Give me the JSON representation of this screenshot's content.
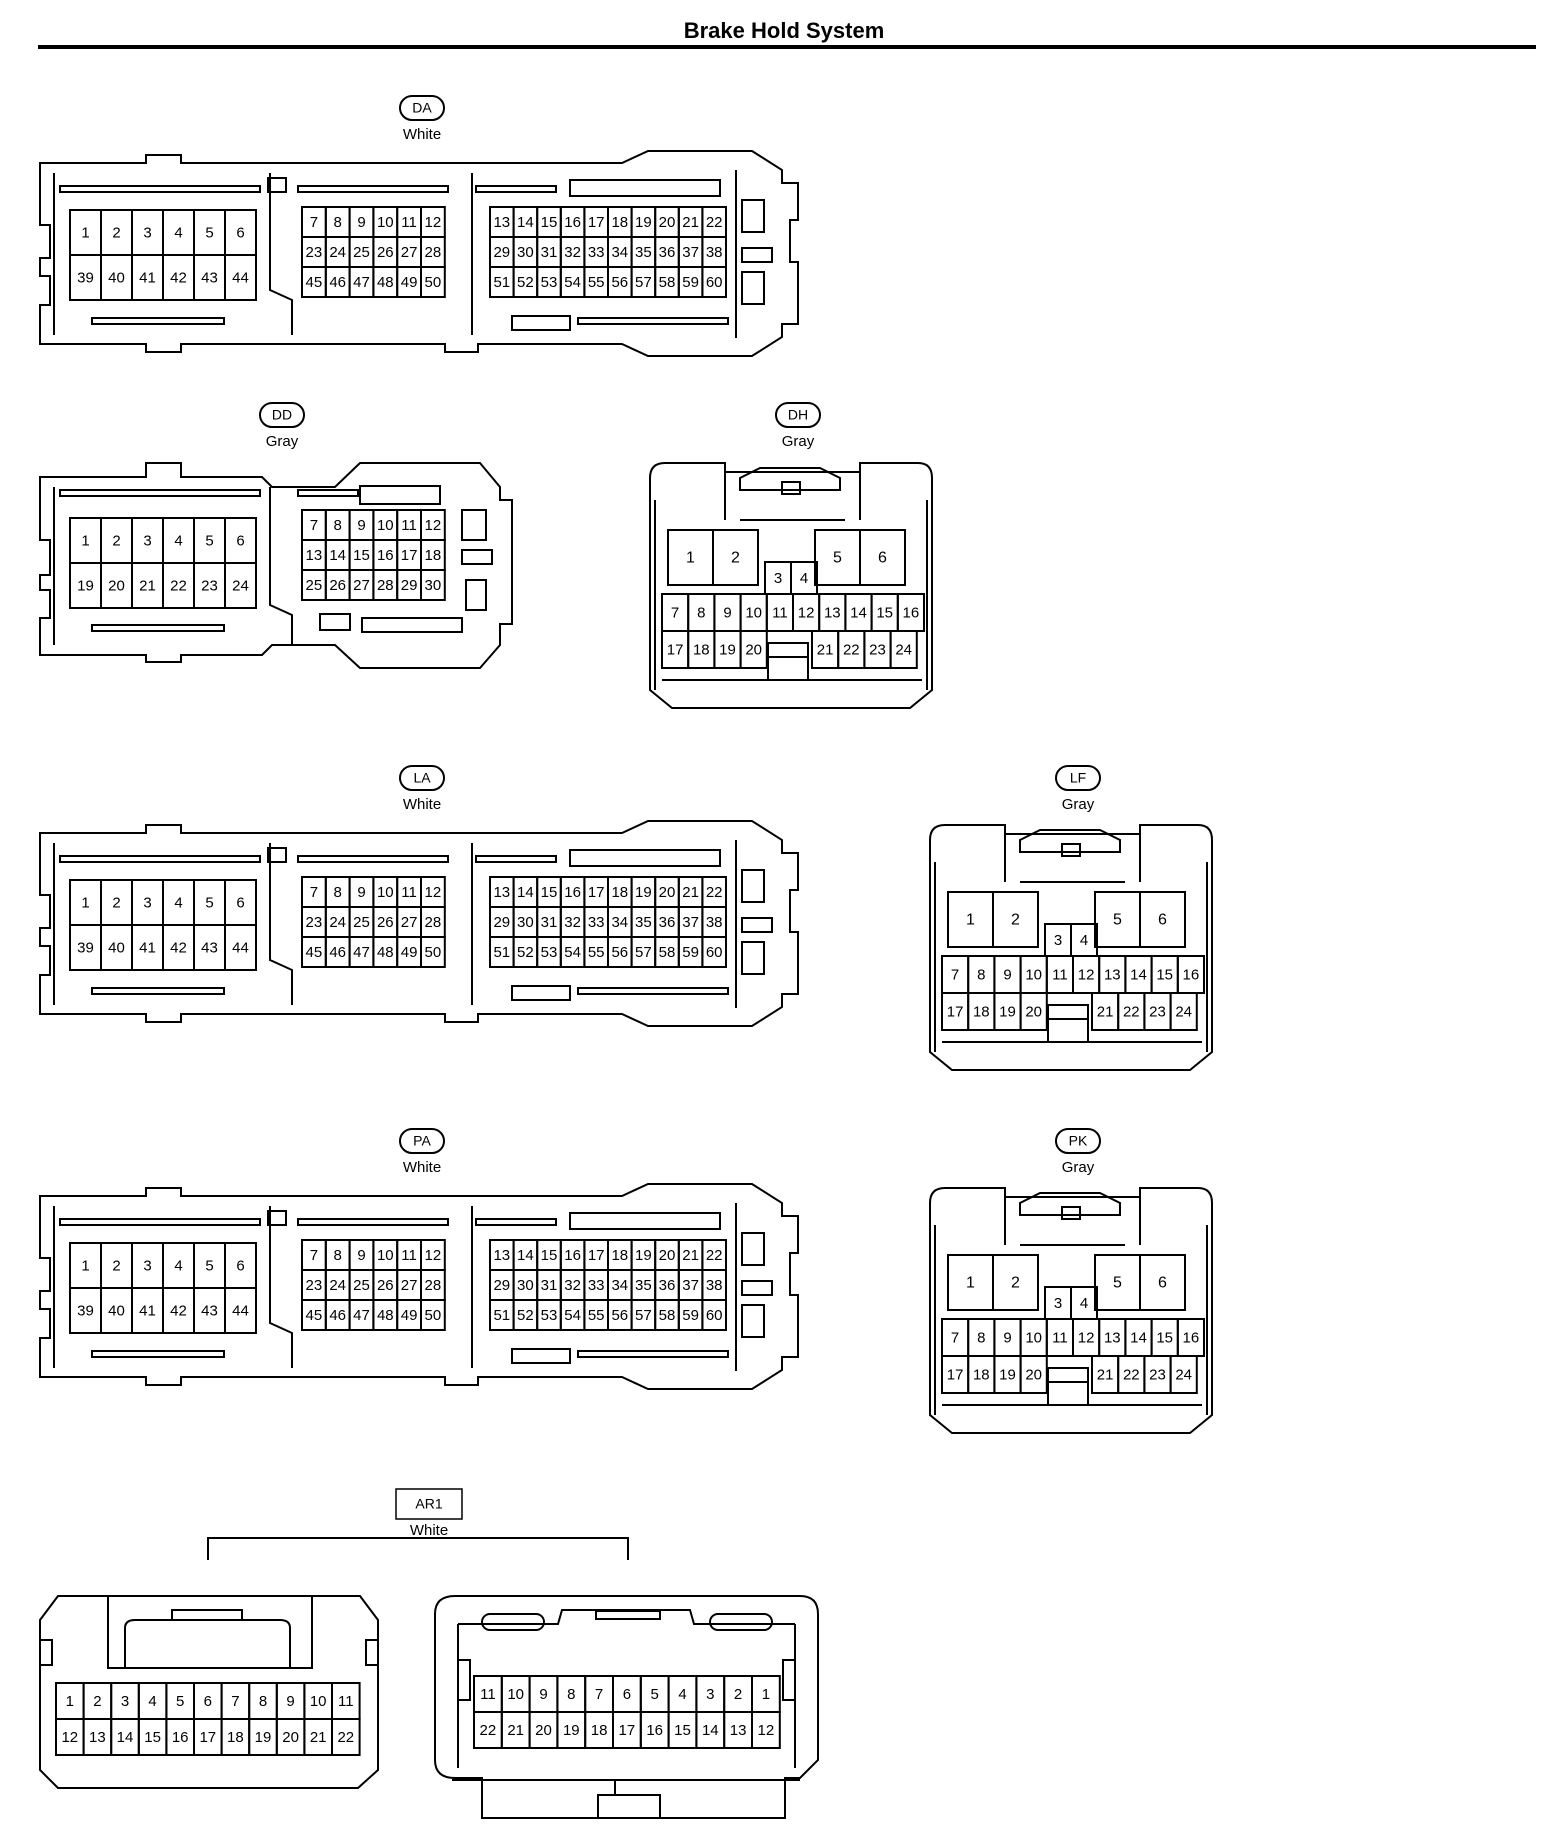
{
  "title": "Brake Hold System",
  "connectors": {
    "DA": {
      "code": "DA",
      "color": "White"
    },
    "DD": {
      "code": "DD",
      "color": "Gray"
    },
    "DH": {
      "code": "DH",
      "color": "Gray"
    },
    "LA": {
      "code": "LA",
      "color": "White"
    },
    "LF": {
      "code": "LF",
      "color": "Gray"
    },
    "PA": {
      "code": "PA",
      "color": "White"
    },
    "PK": {
      "code": "PK",
      "color": "Gray"
    },
    "AR1": {
      "code": "AR1",
      "color": "White"
    }
  },
  "pin_layouts": {
    "big60": {
      "left_rows": [
        [
          "1",
          "2",
          "3",
          "4",
          "5",
          "6"
        ],
        [
          "39",
          "40",
          "41",
          "42",
          "43",
          "44"
        ]
      ],
      "mid_rows": [
        [
          "7",
          "8",
          "9",
          "10",
          "11",
          "12"
        ],
        [
          "23",
          "24",
          "25",
          "26",
          "27",
          "28"
        ],
        [
          "45",
          "46",
          "47",
          "48",
          "49",
          "50"
        ]
      ],
      "right_rows": [
        [
          "13",
          "14",
          "15",
          "16",
          "17",
          "18",
          "19",
          "20",
          "21",
          "22"
        ],
        [
          "29",
          "30",
          "31",
          "32",
          "33",
          "34",
          "35",
          "36",
          "37",
          "38"
        ],
        [
          "51",
          "52",
          "53",
          "54",
          "55",
          "56",
          "57",
          "58",
          "59",
          "60"
        ]
      ]
    },
    "dd30": {
      "left_rows": [
        [
          "1",
          "2",
          "3",
          "4",
          "5",
          "6"
        ],
        [
          "19",
          "20",
          "21",
          "22",
          "23",
          "24"
        ]
      ],
      "mid_rows": [
        [
          "7",
          "8",
          "9",
          "10",
          "11",
          "12"
        ],
        [
          "13",
          "14",
          "15",
          "16",
          "17",
          "18"
        ],
        [
          "25",
          "26",
          "27",
          "28",
          "29",
          "30"
        ]
      ]
    },
    "g24": {
      "top_left": [
        "1",
        "2"
      ],
      "top_mid": [
        "3",
        "4"
      ],
      "top_right": [
        "5",
        "6"
      ],
      "row_mid": [
        "7",
        "8",
        "9",
        "10",
        "11",
        "12",
        "13",
        "14",
        "15",
        "16"
      ],
      "row_bot_left": [
        "17",
        "18",
        "19",
        "20"
      ],
      "row_bot_right": [
        "21",
        "22",
        "23",
        "24"
      ]
    },
    "ar1_left": [
      [
        "1",
        "2",
        "3",
        "4",
        "5",
        "6",
        "7",
        "8",
        "9",
        "10",
        "11"
      ],
      [
        "12",
        "13",
        "14",
        "15",
        "16",
        "17",
        "18",
        "19",
        "20",
        "21",
        "22"
      ]
    ],
    "ar1_right": [
      [
        "11",
        "10",
        "9",
        "8",
        "7",
        "6",
        "5",
        "4",
        "3",
        "2",
        "1"
      ],
      [
        "22",
        "21",
        "20",
        "19",
        "18",
        "17",
        "16",
        "15",
        "14",
        "13",
        "12"
      ]
    ]
  }
}
